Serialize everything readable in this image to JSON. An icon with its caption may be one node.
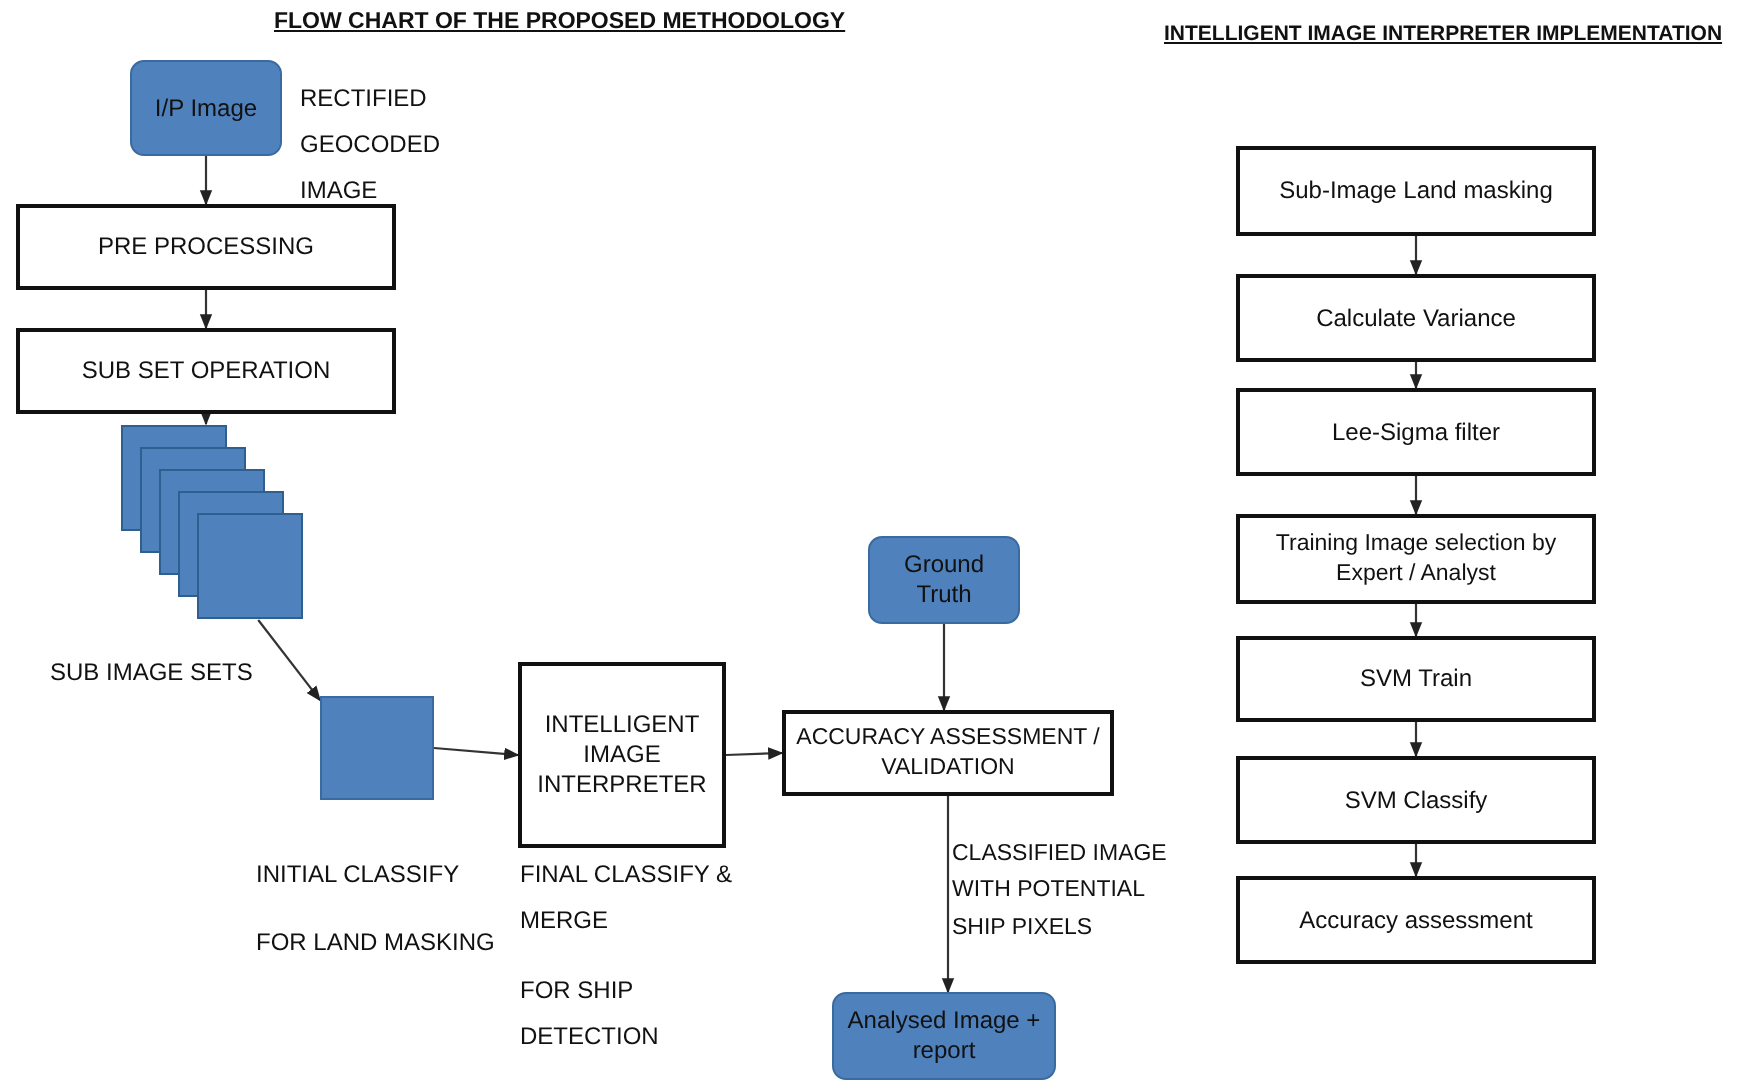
{
  "diagram": {
    "title": "FLOW CHART OF THE PROPOSED METHODOLOGY",
    "nodes": [
      {
        "text": [
          "I/P Image"
        ],
        "beside": [
          "RECTIFIED GEOCODED IMAGE"
        ]
      },
      {
        "text": [
          "PRE PROCESSING"
        ]
      },
      {
        "text": [
          "SUB SET OPERATION"
        ]
      },
      {
        "text": [],
        "shape": "box",
        "beside": [
          "SUB IMAGE SETS"
        ]
      },
      {
        "text": [],
        "shape": "box",
        "beside": [
          "INITIAL CLASSIFY",
          "FOR LAND MASKING"
        ]
      },
      {
        "text": [
          "INTELLIGENT IMAGE INTERPRETER"
        ],
        "beside": [
          "FINAL CLASSIFY & MERGE",
          "FOR SHIP DETECTION"
        ]
      },
      {
        "text": [
          "Ground Truth"
        ]
      },
      {
        "text": [
          "ACCURACY ASSESSMENT / VALIDATION"
        ]
      },
      {
        "text": [
          "Analysed Image + report"
        ]
      },
      {
        "text": [
          "Sub-Image Land masking"
        ]
      },
      {
        "text": [
          "Calculate Variance"
        ]
      },
      {
        "text": [
          "Lee-Sigma filter"
        ]
      },
      {
        "text": [
          "Training Image selection by Expert / Analyst"
        ]
      },
      {
        "text": [
          "SVM Train"
        ]
      },
      {
        "text": [
          "SVM Classify"
        ]
      },
      {
        "text": [
          "Accuracy assessment"
        ]
      }
    ],
    "edges": [
      {
        "from": 0,
        "to": 1,
        "arrow": "to"
      },
      {
        "from": 1,
        "to": 2,
        "arrow": "to"
      },
      {
        "from": 2,
        "to": 3,
        "arrow": "to"
      },
      {
        "from": 3,
        "to": 4,
        "arrow": "to"
      },
      {
        "from": 4,
        "to": 5,
        "arrow": "to"
      },
      {
        "from": 5,
        "to": 7,
        "arrow": "to"
      },
      {
        "from": 6,
        "to": 7,
        "arrow": "to"
      },
      {
        "from": 7,
        "to": 8,
        "arrow": "to",
        "label": "CLASSIFIED IMAGE WITH POTENTIAL SHIP PIXELS"
      },
      {
        "from": 9,
        "to": 10,
        "arrow": "to"
      },
      {
        "from": 10,
        "to": 11,
        "arrow": "to"
      },
      {
        "from": 11,
        "to": 12,
        "arrow": "to"
      },
      {
        "from": 12,
        "to": 13,
        "arrow": "to"
      },
      {
        "from": 13,
        "to": 14,
        "arrow": "to"
      },
      {
        "from": 14,
        "to": 15,
        "arrow": "to"
      }
    ],
    "labels": [
      "INTELLIGENT IMAGE INTERPRETER IMPLEMENTATION"
    ]
  }
}
